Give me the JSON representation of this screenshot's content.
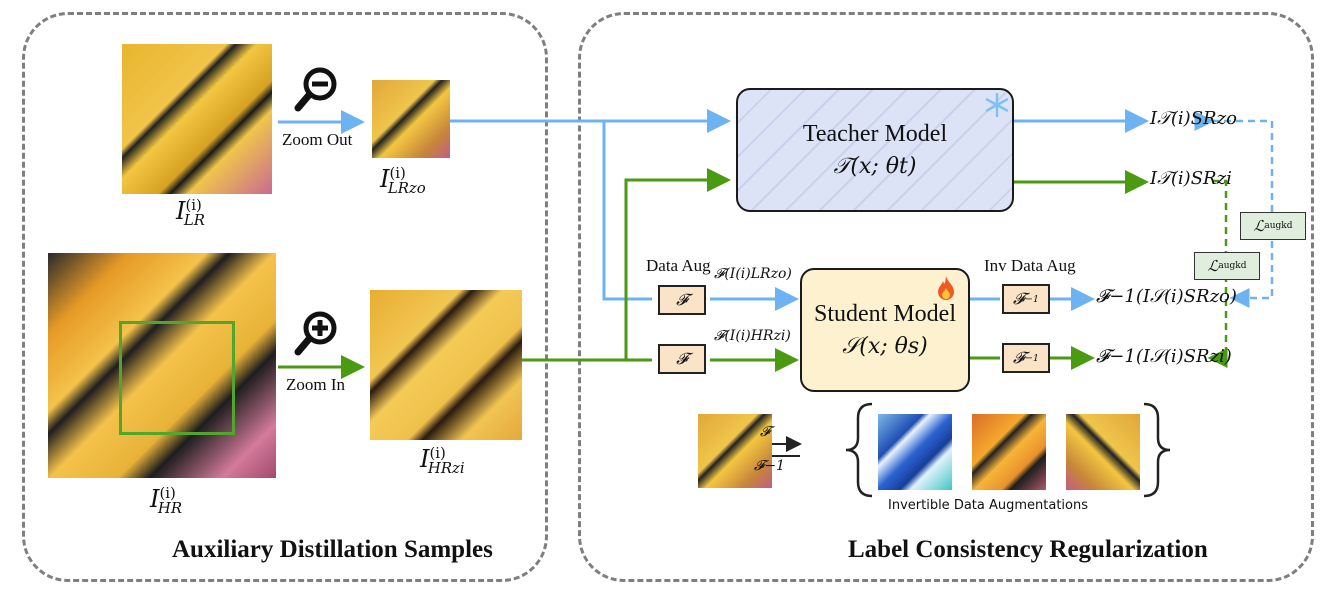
{
  "left_panel": {
    "caption": "Auxiliary Distillation Samples",
    "zoom_out_label": "Zoom Out",
    "zoom_in_label": "Zoom In",
    "i_lr": "I",
    "i_lr_sup": "(i)",
    "i_lr_sub": "LR",
    "i_lr_zo": "I",
    "i_lr_zo_sup": "(i)",
    "i_lr_zo_sub": "LRzo",
    "i_hr": "I",
    "i_hr_sup": "(i)",
    "i_hr_sub": "HR",
    "i_hr_zi": "I",
    "i_hr_zi_sup": "(i)",
    "i_hr_zi_sub": "HRzi",
    "icons": [
      "zoom-out-magnifier-icon",
      "zoom-in-magnifier-icon"
    ]
  },
  "right_panel": {
    "caption": "Label Consistency Regularization",
    "teacher": {
      "name": "Teacher Model",
      "formula": "𝒯(x; θt)",
      "icon": "snowflake-icon"
    },
    "student": {
      "name": "Student Model",
      "formula": "𝒮(x; θs)",
      "icon": "fire-icon"
    },
    "data_aug_label": "Data Aug",
    "inv_data_aug_label": "Inv Data Aug",
    "f_symbol": "𝓕",
    "f_inv_symbol": "𝓕",
    "f_inv_sup": "−1",
    "f_lr_zo": "𝓕(I(i)LRzo)",
    "f_hr_zi": "𝓕(I(i)HRzi)",
    "out_teacher_zo": "I𝒯(i)SRzo",
    "out_teacher_zi": "I𝒯(i)SRzi",
    "out_student_zo": "𝓕−1(I𝒮(i)SRzo)",
    "out_student_zi": "𝓕−1(I𝒮(i)SRzi)",
    "loss_label": "ℒ",
    "loss_sub": "augkd",
    "aug_caption": "Invertible Data Augmentations",
    "aug_forward": "𝓕",
    "aug_inverse": "𝓕−1"
  },
  "colors": {
    "blue_arrow": "#6db3f2",
    "green_arrow": "#4a9a12",
    "teacher_fill": "#dde3f6",
    "student_fill": "#fdf1cf",
    "f_box_fill": "#fbe3c8",
    "loss_box_fill": "#dfeedd"
  }
}
